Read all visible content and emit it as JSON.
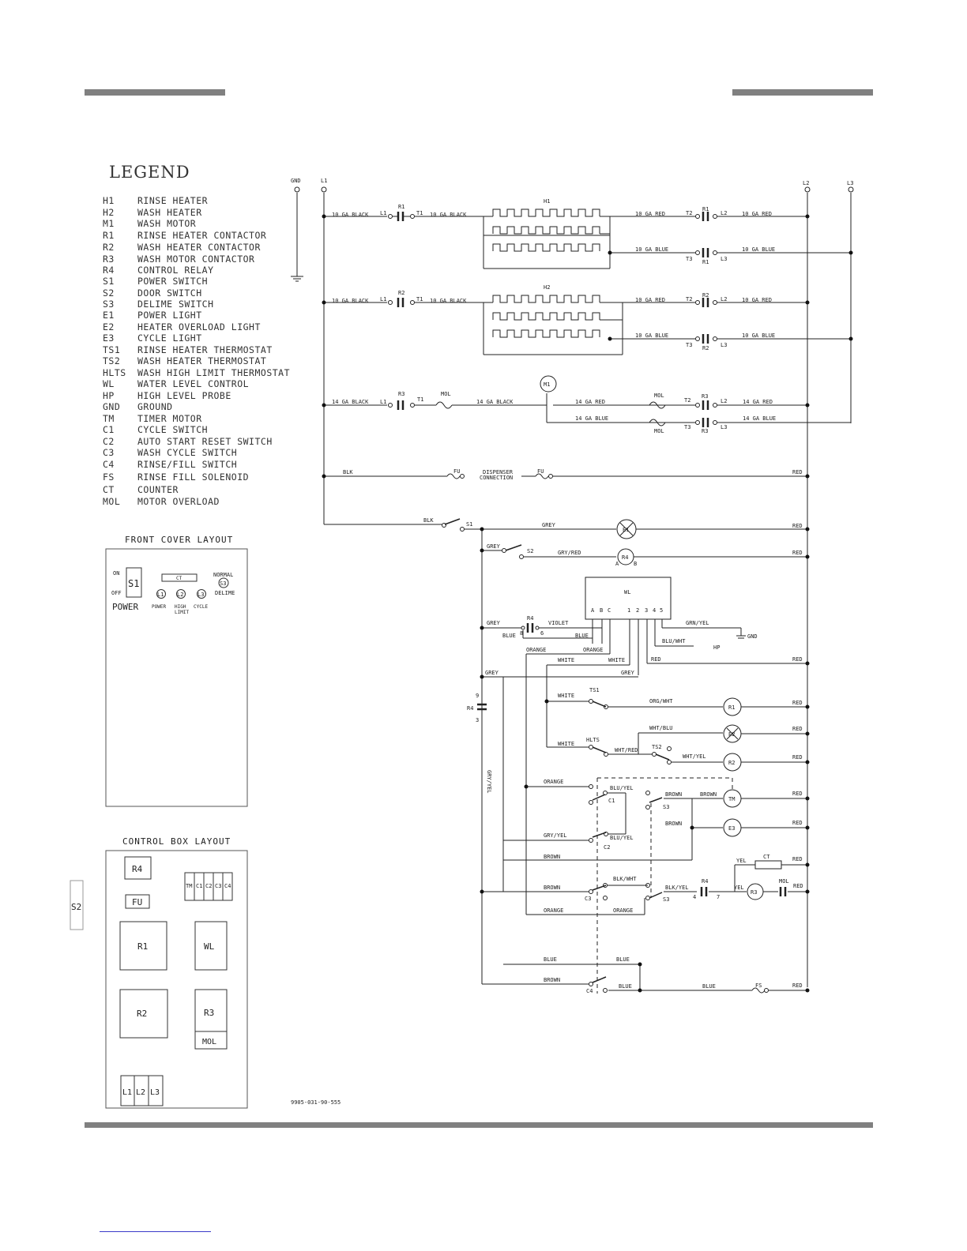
{
  "legend": {
    "title": "LEGEND",
    "items": [
      {
        "code": "H1",
        "desc": "RINSE HEATER"
      },
      {
        "code": "H2",
        "desc": "WASH HEATER"
      },
      {
        "code": "M1",
        "desc": "WASH MOTOR"
      },
      {
        "code": "R1",
        "desc": "RINSE HEATER CONTACTOR"
      },
      {
        "code": "R2",
        "desc": "WASH HEATER CONTACTOR"
      },
      {
        "code": "R3",
        "desc": "WASH MOTOR CONTACTOR"
      },
      {
        "code": "R4",
        "desc": "CONTROL RELAY"
      },
      {
        "code": "S1",
        "desc": "POWER SWITCH"
      },
      {
        "code": "S2",
        "desc": "DOOR SWITCH"
      },
      {
        "code": "S3",
        "desc": "DELIME SWITCH"
      },
      {
        "code": "E1",
        "desc": "POWER LIGHT"
      },
      {
        "code": "E2",
        "desc": "HEATER OVERLOAD LIGHT"
      },
      {
        "code": "E3",
        "desc": "CYCLE LIGHT"
      },
      {
        "code": "TS1",
        "desc": "RINSE HEATER THERMOSTAT"
      },
      {
        "code": "TS2",
        "desc": "WASH HEATER THERMOSTAT"
      },
      {
        "code": "HLTS",
        "desc": "WASH HIGH LIMIT THERMOSTAT"
      },
      {
        "code": "WL",
        "desc": "WATER LEVEL CONTROL"
      },
      {
        "code": "HP",
        "desc": "HIGH LEVEL PROBE"
      },
      {
        "code": "GND",
        "desc": "GROUND"
      },
      {
        "code": "TM",
        "desc": "TIMER MOTOR"
      },
      {
        "code": "C1",
        "desc": "CYCLE SWITCH"
      },
      {
        "code": "C2",
        "desc": "AUTO START RESET SWITCH"
      },
      {
        "code": "C3",
        "desc": "WASH CYCLE SWITCH"
      },
      {
        "code": "C4",
        "desc": "RINSE/FILL SWITCH"
      },
      {
        "code": "FS",
        "desc": "RINSE FILL SOLENOID"
      },
      {
        "code": "CT",
        "desc": "COUNTER"
      },
      {
        "code": "MOL",
        "desc": "MOTOR OVERLOAD"
      }
    ]
  },
  "front_cover": {
    "title": "FRONT COVER LAYOUT",
    "on": "ON",
    "off": "OFF",
    "s1": "S1",
    "power": "POWER",
    "ct": "CT",
    "normal": "NORMAL",
    "s3": "S3",
    "delime": "DELIME",
    "l1": "L1",
    "l2": "L2",
    "l3": "L3",
    "power_small": "POWER",
    "high": "HIGH",
    "limit": "LIMIT",
    "cycle": "CYCLE"
  },
  "control_box": {
    "title": "CONTROL BOX LAYOUT",
    "r4": "R4",
    "fu": "FU",
    "tm": "TM",
    "c1": "C1",
    "c2": "C2",
    "c3": "C3",
    "c4": "C4",
    "r1": "R1",
    "wl": "WL",
    "r2": "R2",
    "r3": "R3",
    "mol": "MOL",
    "l1": "L1",
    "l2": "L2",
    "l3": "L3"
  },
  "side_tab": "S2",
  "drawing_number": "9905-031-90-555",
  "schematic": {
    "gnd": "GND",
    "l1": "L1",
    "l2": "L2",
    "l3": "L3",
    "h1": "H1",
    "h2": "H2",
    "m1": "M1",
    "r1": "R1",
    "r2": "R2",
    "r3": "R3",
    "r4": "R4",
    "t1": "T1",
    "t2": "T2",
    "t3": "T3",
    "ga10_black": "10 GA BLACK",
    "ga10_red": "10 GA RED",
    "ga10_blue": "10 GA BLUE",
    "ga14_black": "14 GA BLACK",
    "ga14_red": "14 GA RED",
    "ga14_blue": "14 GA BLUE",
    "mol": "MOL",
    "blk": "BLK",
    "fu": "FU",
    "dispenser": "DISPENSER",
    "connection": "CONNECTION",
    "red": "RED",
    "s1": "S1",
    "s2": "S2",
    "s3": "S3",
    "grey": "GREY",
    "e1": "E1",
    "e2": "E2",
    "e3": "E3",
    "gry_red": "GRY/RED",
    "a": "A",
    "b": "B",
    "c": "C",
    "n1": "1",
    "n2": "2",
    "n3": "3",
    "n4": "4",
    "n5": "5",
    "n6": "6",
    "n7": "7",
    "n8": "8",
    "n9": "9",
    "wl": "WL",
    "violet": "VIOLET",
    "blue": "BLUE",
    "grn_yel": "GRN/YEL",
    "blu_wht": "BLU/WHT",
    "hp": "HP",
    "orange": "ORANGE",
    "white": "WHITE",
    "ts1": "TS1",
    "org_wht": "ORG/WHT",
    "wht_blu": "WHT/BLU",
    "hlts": "HLTS",
    "wht_red": "WHT/RED",
    "ts2": "TS2",
    "wht_yel": "WHT/YEL",
    "gry_yel": "GRY/YEL",
    "blu_yel": "BLU/YEL",
    "c1": "C1",
    "c2": "C2",
    "c3": "C3",
    "c4": "C4",
    "brown": "BROWN",
    "tm": "TM",
    "yel": "YEL",
    "ct": "CT",
    "blk_wht": "BLK/WHT",
    "blk_yel": "BLK/YEL",
    "fs": "FS"
  }
}
